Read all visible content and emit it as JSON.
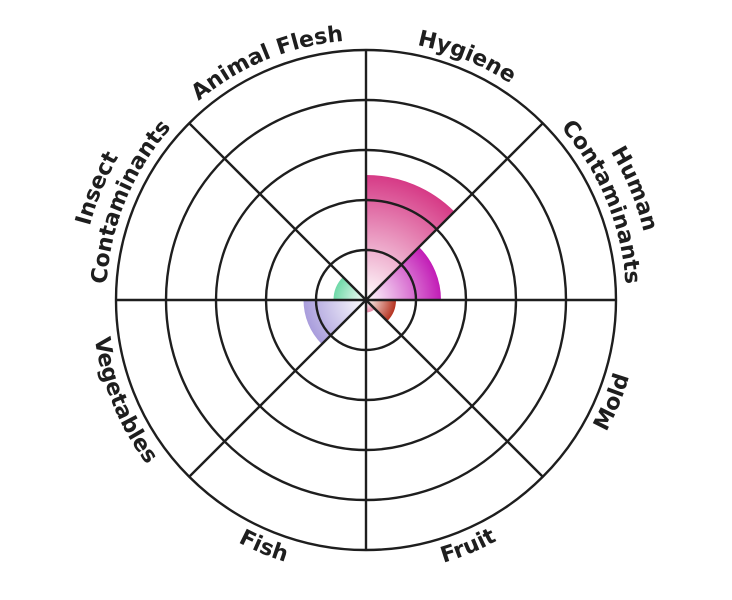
{
  "chart_data": {
    "type": "polar-area",
    "title": "",
    "center": [
      366,
      300
    ],
    "ring_count": 5,
    "ring_spacing_px": 50,
    "rmax": 5,
    "categories": [
      "Hygiene",
      "Human Contaminants",
      "Mold",
      "Fruit",
      "Fish",
      "Vegetables",
      "Insect Contaminants",
      "Animal Flesh"
    ],
    "values": [
      2.5,
      1.5,
      0.6,
      0.25,
      0,
      1.25,
      0.65,
      0
    ],
    "colors": [
      "#d63a86",
      "#c21cb6",
      "#b5321f",
      "#e98aa8",
      "#cccccc",
      "#a99ddc",
      "#6fd9a8",
      "#cccccc"
    ],
    "labels": [
      {
        "lines": [
          "Hygiene"
        ],
        "start_deg": 0,
        "end_deg": 45,
        "orient": "top"
      },
      {
        "lines": [
          "Human",
          "Contaminants"
        ],
        "start_deg": 45,
        "end_deg": 90,
        "orient": "top"
      },
      {
        "lines": [
          "Mold"
        ],
        "start_deg": 90,
        "end_deg": 135,
        "orient": "bottom"
      },
      {
        "lines": [
          "Fruit"
        ],
        "start_deg": 135,
        "end_deg": 180,
        "orient": "bottom"
      },
      {
        "lines": [
          "Fish"
        ],
        "start_deg": 180,
        "end_deg": 225,
        "orient": "bottom"
      },
      {
        "lines": [
          "Vegetables"
        ],
        "start_deg": 225,
        "end_deg": 270,
        "orient": "bottom"
      },
      {
        "lines": [
          "Insect",
          "Contaminants"
        ],
        "start_deg": 270,
        "end_deg": 315,
        "orient": "top"
      },
      {
        "lines": [
          "Animal Flesh"
        ],
        "start_deg": 315,
        "end_deg": 360,
        "orient": "top"
      }
    ],
    "grid": true,
    "legend": "none"
  }
}
